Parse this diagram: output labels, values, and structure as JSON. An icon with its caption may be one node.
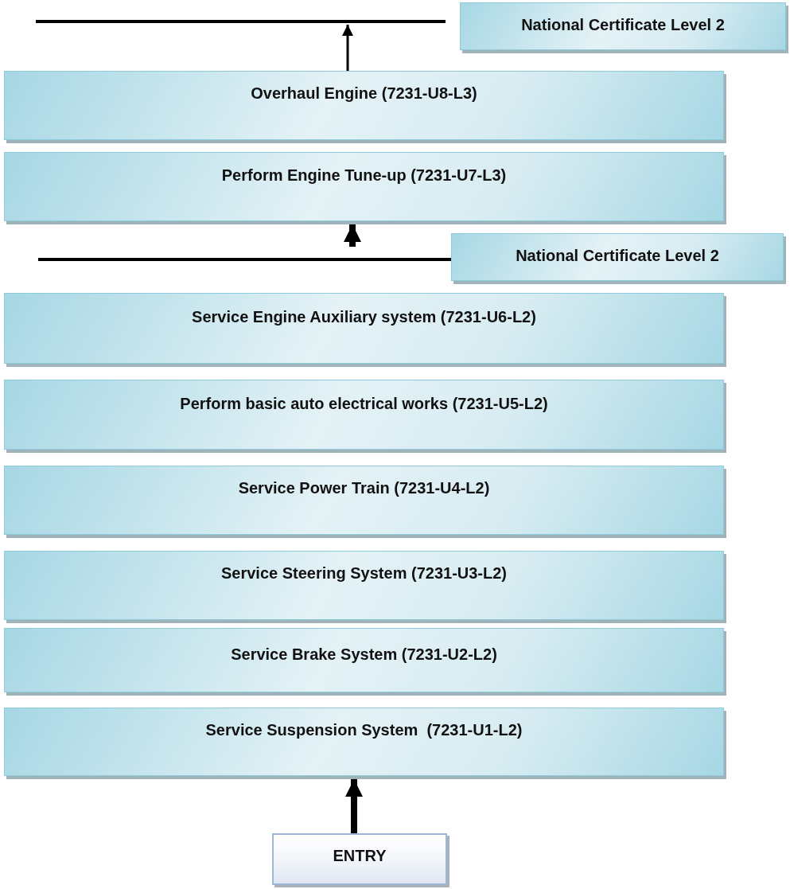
{
  "diagram": {
    "nodes": [
      {
        "text": [
          "National Certificate Level 2"
        ]
      },
      {
        "text": [
          "Overhaul Engine (7231-U8-L3)"
        ]
      },
      {
        "text": [
          "Perform Engine Tune-up (7231-U7-L3)"
        ]
      },
      {
        "text": [
          "National Certificate Level 2"
        ]
      },
      {
        "text": [
          "Service Engine Auxiliary system (7231-U6-L2)"
        ]
      },
      {
        "text": [
          "Perform basic auto electrical works (7231-U5-L2)"
        ]
      },
      {
        "text": [
          "Service Power Train (7231-U4-L2)"
        ]
      },
      {
        "text": [
          "Service Steering System (7231-U3-L2)"
        ]
      },
      {
        "text": [
          "Service Brake System (7231-U2-L2)"
        ]
      },
      {
        "text": [
          "Service Suspension System  (7231-U1-L2)"
        ]
      },
      {
        "text": [
          "ENTRY"
        ]
      }
    ],
    "edges": [
      {
        "from": 1,
        "to": null,
        "arrow": "to"
      },
      {
        "from": null,
        "to": 2,
        "arrow": "to"
      },
      {
        "from": 10,
        "to": 9,
        "arrow": "to"
      }
    ]
  }
}
